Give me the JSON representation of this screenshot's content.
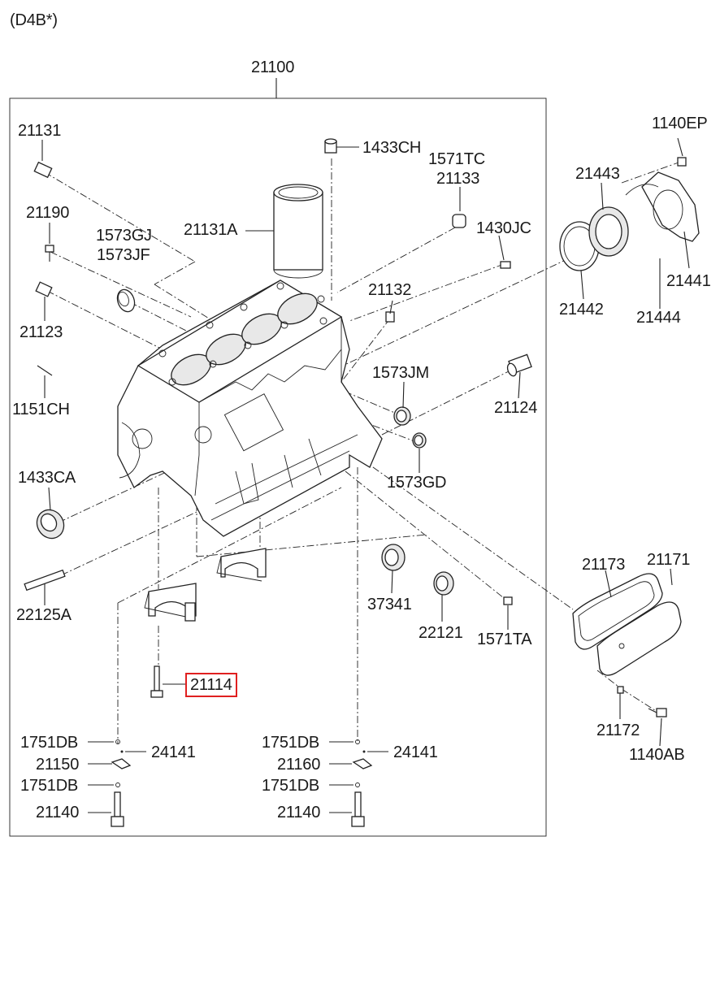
{
  "engine_code": "(D4B*)",
  "assembly_label": "21100",
  "highlighted_part": "21114",
  "labels": {
    "p21131": "21131",
    "p1433CH": "1433CH",
    "p1571TC": "1571TC",
    "p21133": "21133",
    "p1140EP": "1140EP",
    "p21443": "21443",
    "p21190": "21190",
    "p1573GJ": "1573GJ",
    "p1573JF": "1573JF",
    "p21131A": "21131A",
    "p1430JC": "1430JC",
    "p21441": "21441",
    "p21442": "21442",
    "p21444": "21444",
    "p21123": "21123",
    "p21132": "21132",
    "p1151CH": "1151CH",
    "p1573JM": "1573JM",
    "p21124": "21124",
    "p1433CA": "1433CA",
    "p1573GD": "1573GD",
    "p21173": "21173",
    "p21171": "21171",
    "p22125A": "22125A",
    "p37341": "37341",
    "p22121": "22121",
    "p1571TA": "1571TA",
    "p21114": "21114",
    "p21172": "21172",
    "p1140AB": "1140AB",
    "p1751DB_a": "1751DB",
    "p24141_a": "24141",
    "p21150": "21150",
    "p1751DB_b": "1751DB",
    "p21140_a": "21140",
    "p1751DB_c": "1751DB",
    "p24141_b": "24141",
    "p21160": "21160",
    "p1751DB_d": "1751DB",
    "p21140_b": "21140"
  }
}
